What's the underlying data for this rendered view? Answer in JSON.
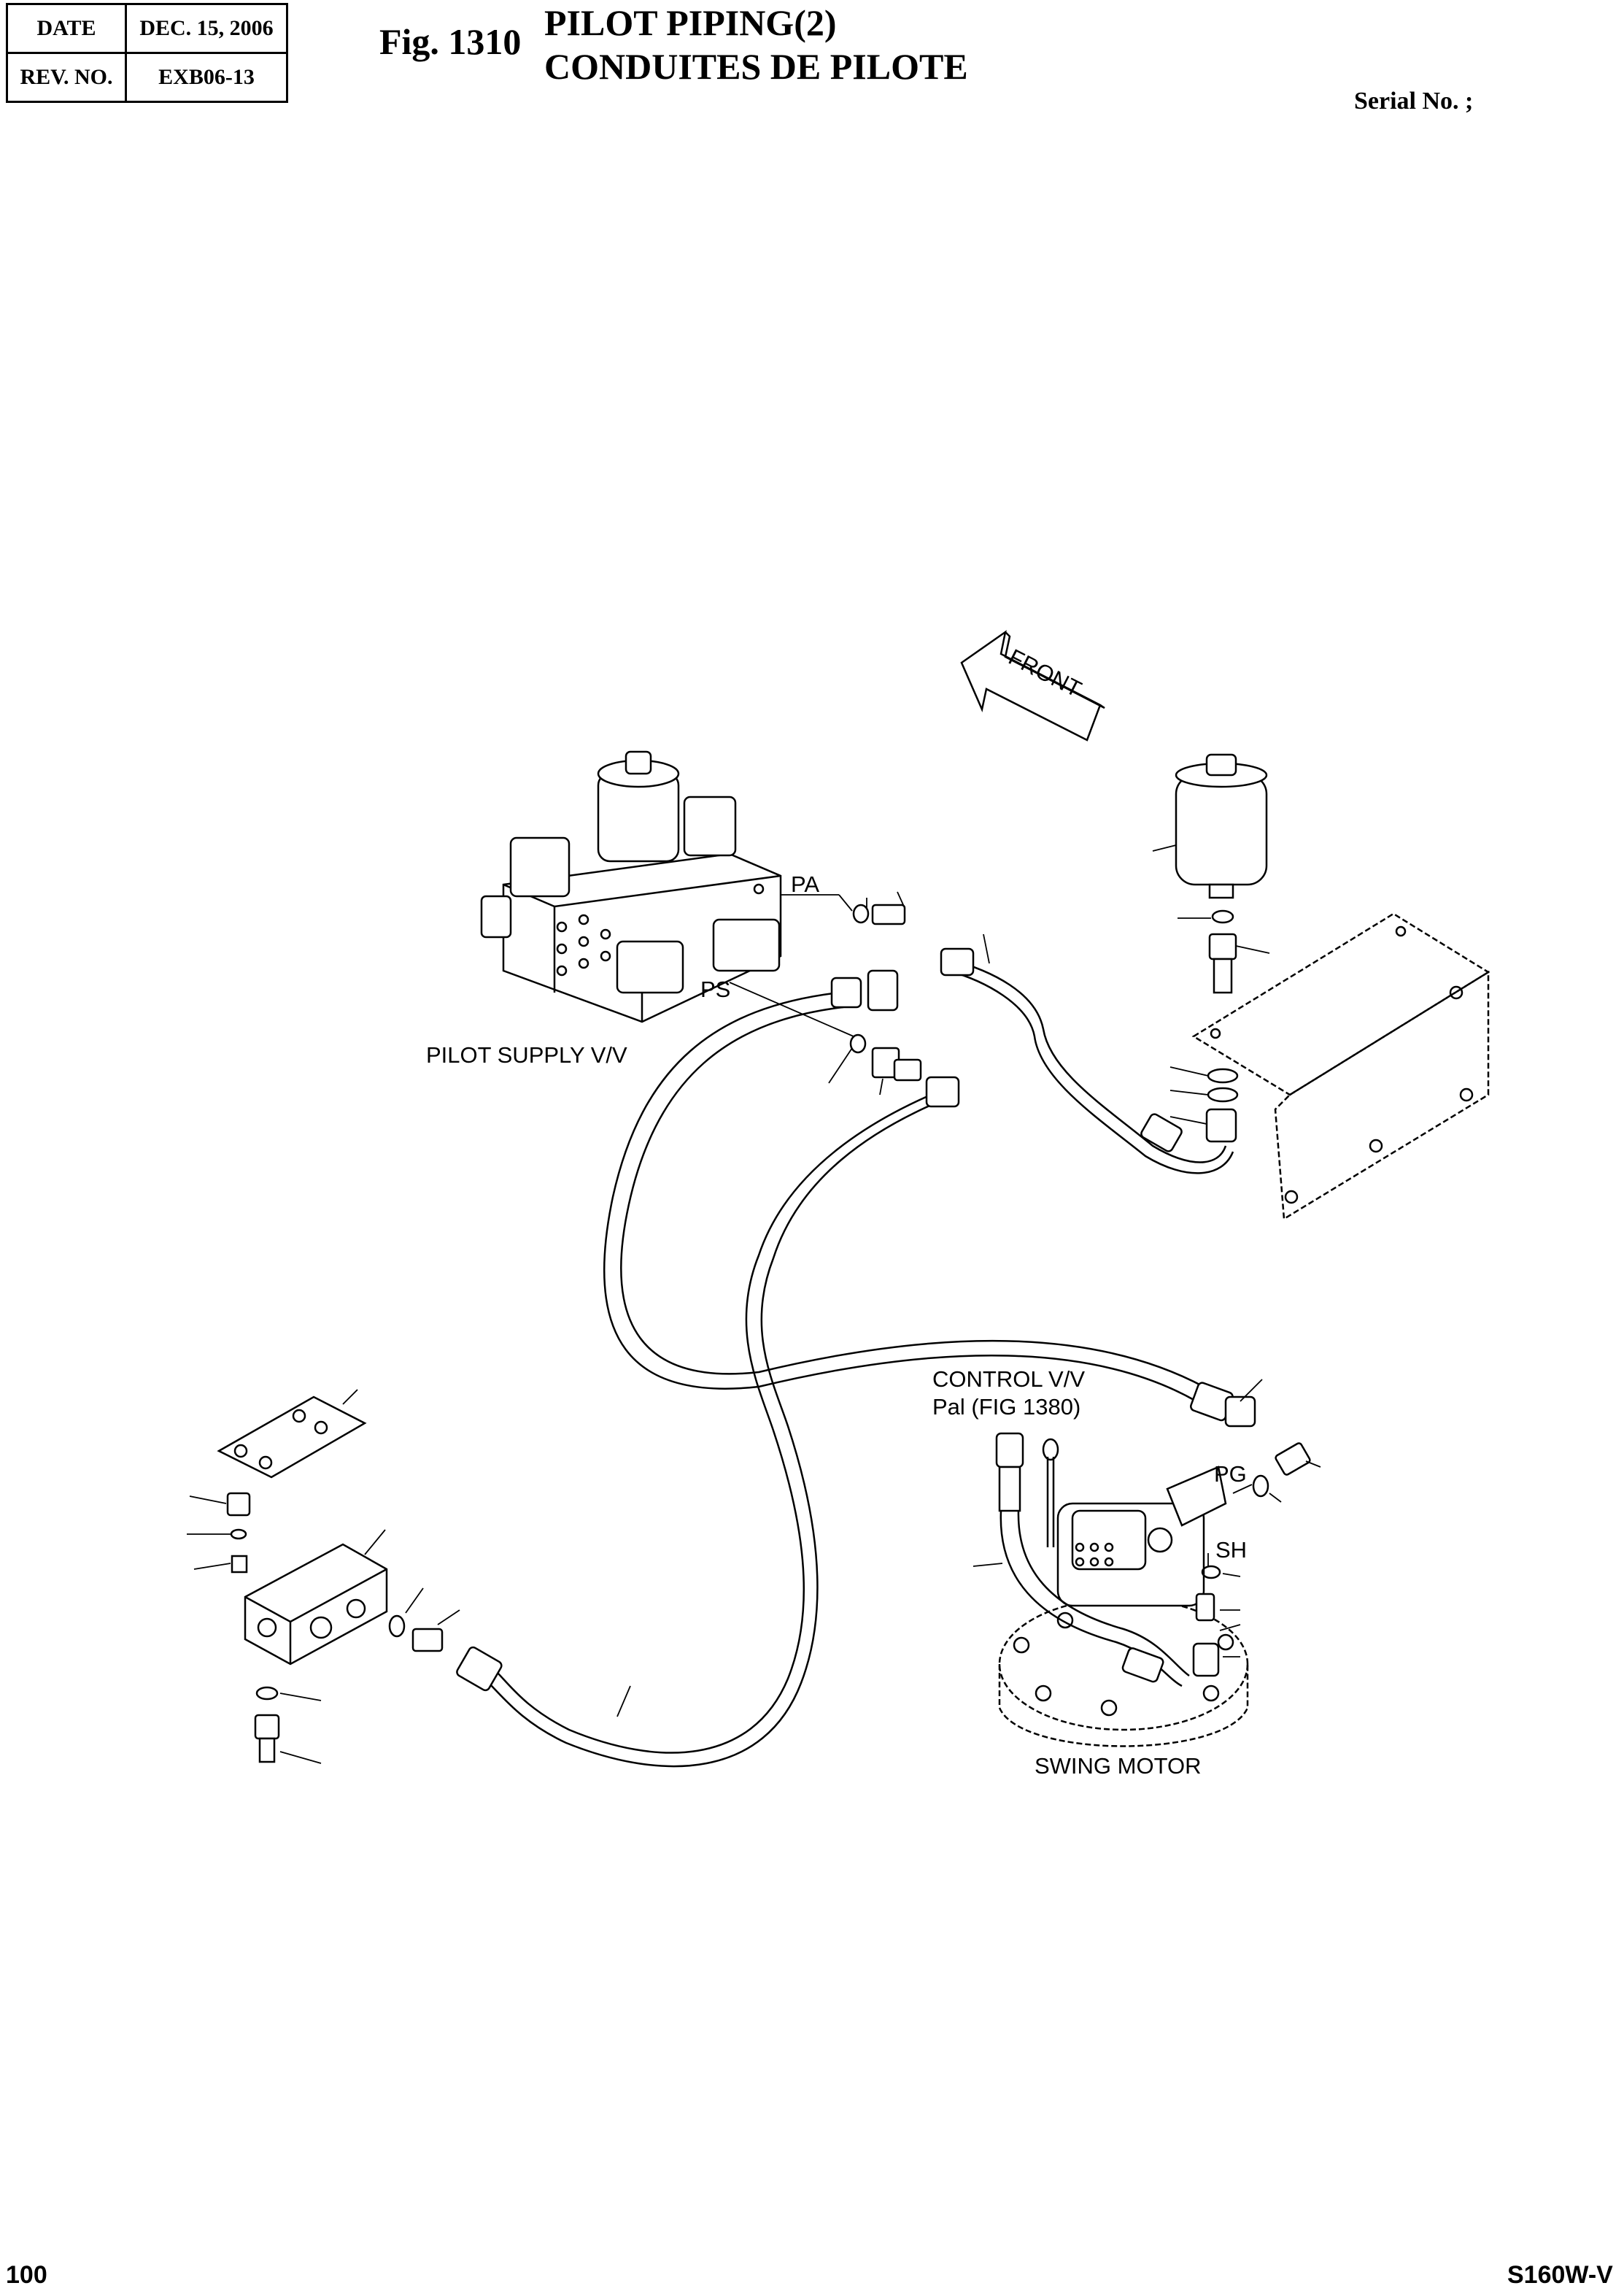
{
  "header": {
    "date_label": "DATE",
    "date_value": "DEC. 15, 2006",
    "rev_label": "REV. NO.",
    "rev_value": "EXB06-13",
    "fig_label": "Fig. 1310",
    "title_en": "PILOT PIPING(2)",
    "title_fr": "CONDUITES DE PILOTE",
    "serial": "Serial No. ;"
  },
  "diagram": {
    "front_arrow": "FRONT",
    "labels": {
      "pa": "PA",
      "ps": "PS",
      "pilot_supply": "PILOT SUPPLY V/V",
      "control_vv": "CONTROL V/V",
      "pal_ref": "Pal (FIG 1380)",
      "pg": "PG",
      "sh": "SH",
      "swing_motor": "SWING MOTOR"
    }
  },
  "footer": {
    "page_number": "100",
    "model": "S160W-V"
  }
}
